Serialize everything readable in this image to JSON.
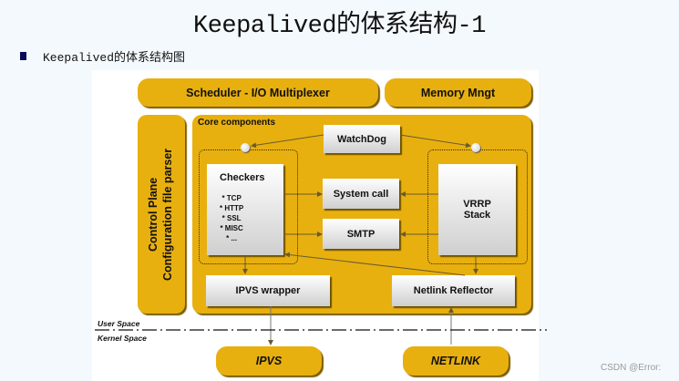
{
  "slide": {
    "title": "Keepalived的体系结构-1",
    "bullet": "Keepalived的体系结构图"
  },
  "diagram": {
    "scheduler": "Scheduler - I/O Multiplexer",
    "memory": "Memory Mngt",
    "control_plane_line1": "Control Plane",
    "control_plane_line2": "Configuration file parser",
    "core_components": "Core components",
    "watchdog": "WatchDog",
    "checkers": {
      "title": "Checkers",
      "items": [
        "* TCP",
        "* HTTP",
        "* SSL",
        "* MISC",
        "* ..."
      ]
    },
    "system_call": "System call",
    "smtp": "SMTP",
    "vrrp_line1": "VRRP",
    "vrrp_line2": "Stack",
    "ipvs_wrapper": "IPVS wrapper",
    "netlink_reflector": "Netlink Reflector",
    "user_space": "User Space",
    "kernel_space": "Kernel Space",
    "ipvs": "IPVS",
    "netlink": "NETLINK",
    "colors": {
      "block": "#e8b00f",
      "box_top": "#ffffff",
      "box_bottom": "#cfcfcf"
    }
  },
  "watermark": "CSDN @Error:"
}
